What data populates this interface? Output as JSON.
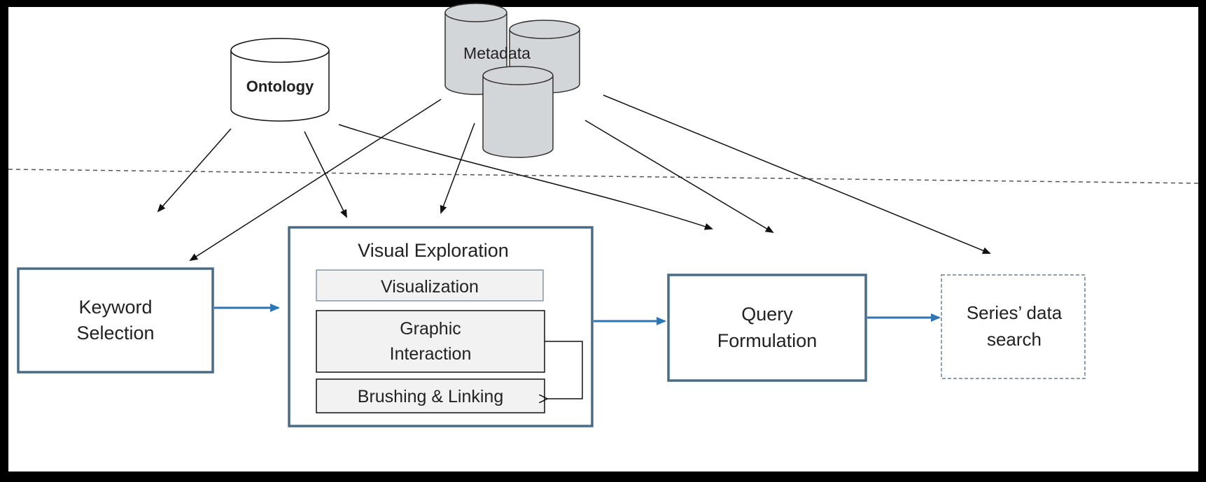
{
  "databases": {
    "ontology": "Ontology",
    "metadata": "Metadata"
  },
  "keyword_selection": [
    "Keyword",
    "Selection"
  ],
  "visual_exploration": {
    "title": "Visual Exploration",
    "visualization": "Visualization",
    "graphic_interaction": [
      "Graphic",
      "Interaction"
    ],
    "brushing_linking": "Brushing & Linking"
  },
  "query_formulation": [
    "Query",
    "Formulation"
  ],
  "series_search": [
    "Series’ data",
    "search"
  ],
  "colors": {
    "box_border": "#4a6b86",
    "flow_arrow": "#2e75b6",
    "cylinder_fill": "#d3d6d9",
    "panel_fill": "#f2f2f2"
  }
}
